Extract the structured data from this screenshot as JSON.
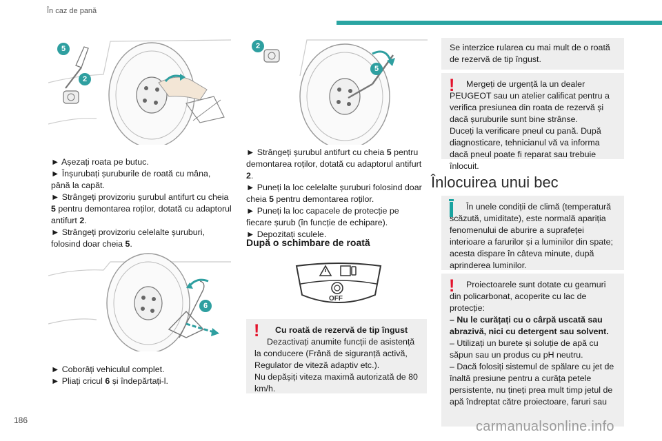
{
  "header": {
    "title": "În caz de pană"
  },
  "page": {
    "number": "186"
  },
  "figures": {
    "fig1": {
      "badge_a": "5",
      "badge_b": "2"
    },
    "fig2": {
      "badge_a": "2",
      "badge_b": "5"
    },
    "fig3": {
      "badge": "6"
    },
    "dash": {
      "off_label": "OFF"
    }
  },
  "col1": {
    "steps_a": [
      {
        "text": "► Așezați roata pe butuc."
      },
      {
        "text": "► Înșurubați șuruburile de roată cu mâna, până la capăt."
      },
      {
        "pre": "► Strângeți provizoriu șurubul antifurt cu cheia ",
        "b1": "5",
        "mid": " pentru demontarea roților, dotată cu adaptorul antifurt ",
        "b2": "2",
        "post": "."
      },
      {
        "pre": "► Strângeți provizoriu celelalte șuruburi, folosind doar cheia ",
        "b1": "5",
        "post": "."
      }
    ],
    "steps_b": [
      {
        "text": "► Coborâți vehiculul complet."
      },
      {
        "pre": "► Pliați cricul ",
        "b1": "6",
        "post": " și îndepărtați-l."
      }
    ]
  },
  "col2": {
    "steps": [
      {
        "pre": "► Strângeți șurubul antifurt cu cheia ",
        "b1": "5",
        "mid": " pentru demontarea roților, dotată cu adaptorul antifurt ",
        "b2": "2",
        "post": "."
      },
      {
        "pre": "► Puneți la loc celelalte șuruburi folosind doar cheia ",
        "b1": "5",
        "post": " pentru demontarea roților."
      },
      {
        "text": "► Puneți la loc capacele de protecție pe fiecare șurub (în funcție de echipare)."
      },
      {
        "text": "► Depozitați sculele."
      }
    ],
    "section_title": "După o schimbare de roată",
    "warning": {
      "title": "Cu roată de rezervă de tip îngust",
      "line1": "Dezactivați anumite funcții de asistență la conducere (Frână de siguranță activă, Regulator de viteză adaptiv etc.).",
      "line2": "Nu depășiți viteza maximă autorizată de 80 km/h."
    }
  },
  "col3": {
    "box1": "Se interzice rularea cu mai mult de o roată de rezervă de tip îngust.",
    "warn1_a": "Mergeți de urgență la un dealer PEUGEOT sau un atelier calificat pentru a verifica presiunea din roata de rezervă și dacă șuruburile sunt bine strânse.",
    "warn1_b": "Duceți la verificare pneul cu pană. După diagnosticare, tehnicianul vă va informa dacă pneul poate fi reparat sau trebuie înlocuit.",
    "title": "Înlocuirea unui bec",
    "info": "În unele condiții de climă (temperatură scăzută, umiditate), este normală apariția fenomenului de aburire a suprafeței interioare a farurilor și a luminilor din spate; acesta dispare în câteva minute, după aprinderea luminilor.",
    "warn2_intro": "Proiectoarele sunt dotate cu geamuri din policarbonat, acoperite cu lac de protecție:",
    "warn2_bold": "– Nu le curățați cu o cârpă uscată sau abrazivă, nici cu detergent sau solvent.",
    "warn2_l2": "– Utilizați un burete și soluție de apă cu săpun sau un produs cu pH neutru.",
    "warn2_l3": "– Dacă folosiți sistemul de spălare cu jet de înaltă presiune pentru a curăța petele persistente, nu țineți prea mult timp jetul de apă îndreptat către proiectoare, faruri sau"
  },
  "watermark": "carmanualsonline.info",
  "colors": {
    "accent": "#2aa5a2",
    "badge": "#2e9fa0",
    "warning": "#e3122b",
    "box_bg": "#eeeeee"
  }
}
